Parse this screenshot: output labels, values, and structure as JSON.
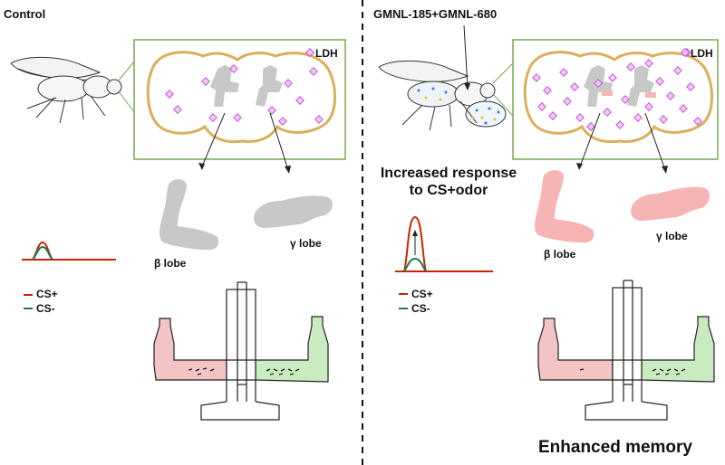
{
  "left_panel": {
    "title": "Control",
    "legend_label": "LDH",
    "beta_lobe_label": "β lobe",
    "gamma_lobe_label": "γ lobe",
    "cs_plus_label": "CS+",
    "cs_minus_label": "CS-"
  },
  "right_panel": {
    "title": "GMNL-185+GMNL-680",
    "legend_label": "LDH",
    "beta_lobe_label": "β lobe",
    "gamma_lobe_label": "γ lobe",
    "cs_plus_label": "CS+",
    "cs_minus_label": "CS-",
    "response_line1": "Increased response",
    "response_line2": "to CS+odor",
    "outcome_label": "Enhanced memory"
  },
  "colors": {
    "brain_outline": "#dcae5a",
    "box_border": "#7aa84f",
    "ldh_marker": "#cc66dd",
    "lobe_gray": "#c8c8c8",
    "lobe_pink": "#f7b4b4",
    "cs_plus": "#cc2200",
    "cs_minus": "#1a7a5a",
    "arm_pink": "#f4c4c4",
    "arm_green": "#c8ecc0"
  }
}
